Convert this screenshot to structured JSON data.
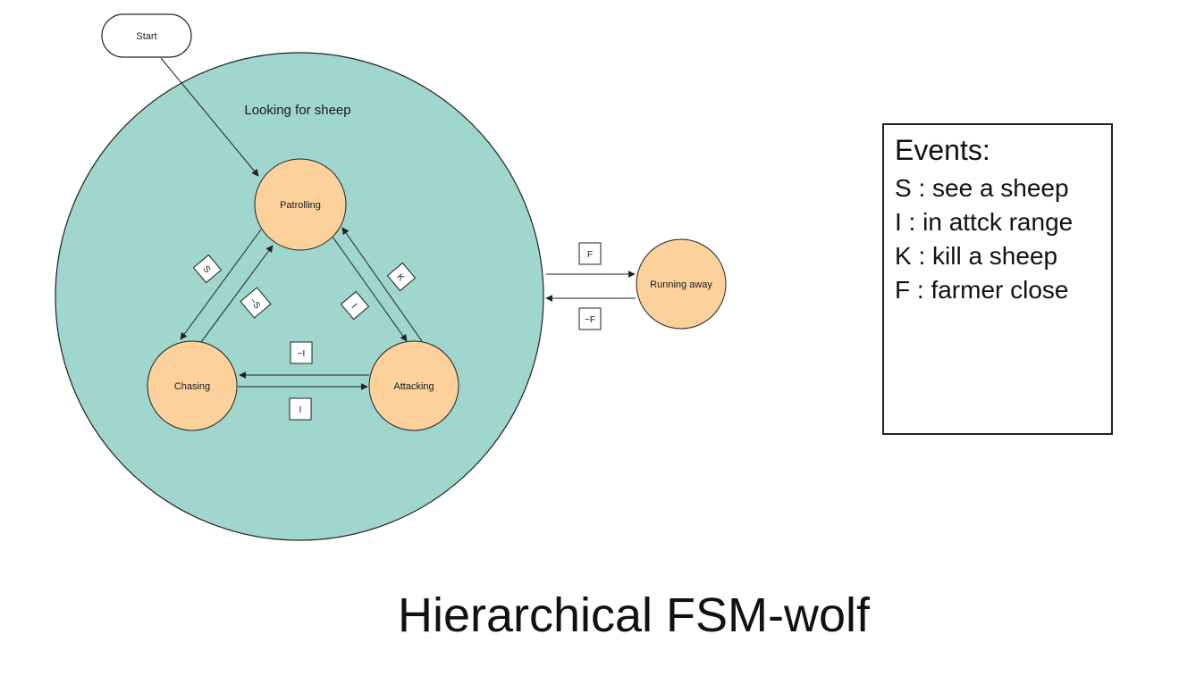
{
  "title": "Hierarchical FSM-wolf",
  "colors": {
    "group_fill": "#9fd6cd",
    "state_fill": "#fcd19c",
    "stroke": "#222222"
  },
  "diagram": {
    "start": {
      "label": "Start"
    },
    "group": {
      "label": "Looking for sheep"
    },
    "states": {
      "patrolling": "Patrolling",
      "chasing": "Chasing",
      "attacking": "Attacking",
      "running_away": "Running away"
    },
    "edges": {
      "patrol_to_chase": "S",
      "chase_to_patrol": "~S",
      "patrol_to_attack": "I",
      "attack_to_patrol": "K",
      "attack_to_chase": "~I",
      "chase_to_attack": "I",
      "group_to_run": "F",
      "run_to_group": "~F"
    }
  },
  "events": {
    "title": "Events:",
    "items": [
      "S : see a sheep",
      "I : in attck range",
      "K : kill a sheep",
      "F : farmer close"
    ]
  }
}
